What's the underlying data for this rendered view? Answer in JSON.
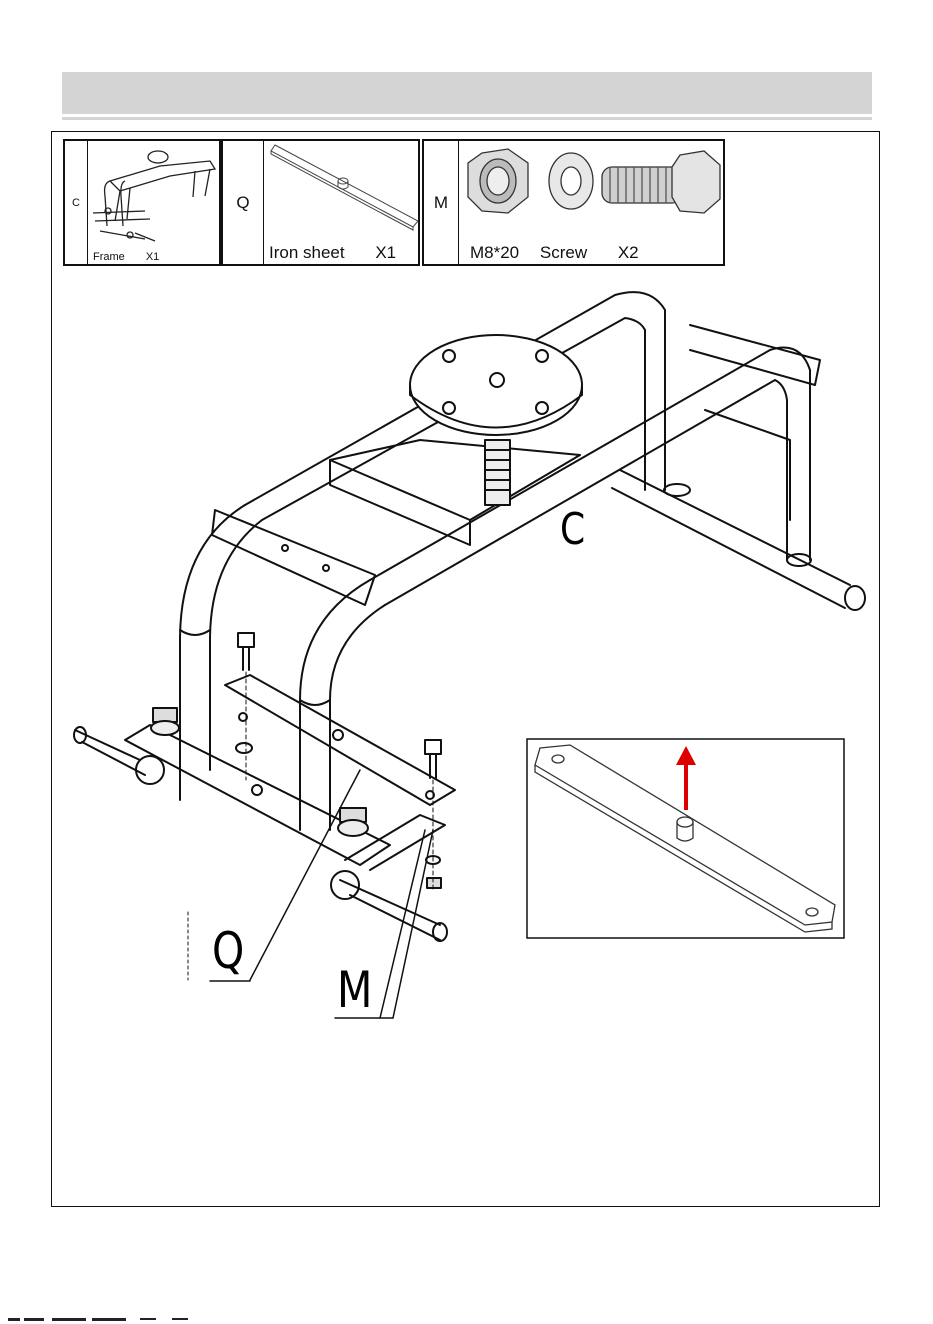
{
  "parts": [
    {
      "letter": "C",
      "name": "Frame",
      "qty": "X1",
      "icon": "frame-icon"
    },
    {
      "letter": "Q",
      "name": "Iron sheet",
      "qty": "X1",
      "icon": "iron-sheet-icon"
    },
    {
      "letter": "M",
      "name": "M8*20",
      "extra": "Screw",
      "qty": "X2",
      "icon": "screw-set-icon"
    }
  ],
  "diagram": {
    "label_c": "C",
    "label_q": "Q",
    "label_m": "M"
  },
  "colors": {
    "header_bar": "#d4d4d4",
    "arrow": "#dd0000",
    "line": "#111111"
  }
}
